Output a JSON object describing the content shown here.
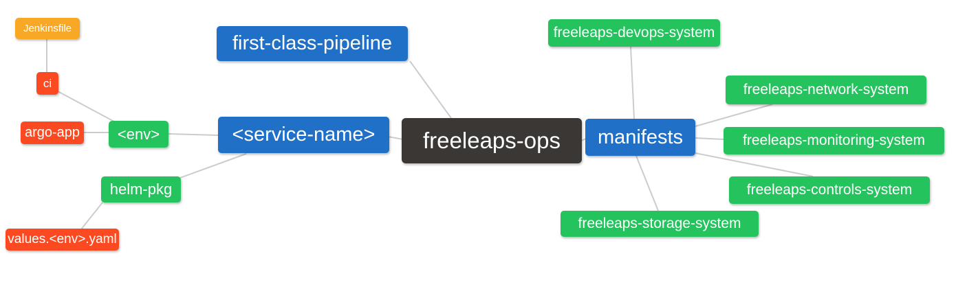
{
  "diagram": {
    "kind": "mind-map",
    "root_label": "freeleaps-ops"
  },
  "palette": {
    "root_node": "#3b3735",
    "branch_node": "#2170c7",
    "leaf_green": "#25c35e",
    "leaf_orange": "#f9a826",
    "leaf_red": "#fb4a21",
    "edge_line": "#cccccc",
    "node_text": "#ffffff",
    "background": "#ffffff"
  },
  "nodes": {
    "freeleaps_ops": {
      "label": "freeleaps-ops",
      "color": "#3b3735"
    },
    "first_class_pipeline": {
      "label": "first-class-pipeline",
      "color": "#2170c7"
    },
    "service_name": {
      "label": "<service-name>",
      "color": "#2170c7"
    },
    "manifests": {
      "label": "manifests",
      "color": "#2170c7"
    },
    "env": {
      "label": "<env>",
      "color": "#25c35e"
    },
    "helm_pkg": {
      "label": "helm-pkg",
      "color": "#25c35e"
    },
    "jenkinsfile": {
      "label": "Jenkinsfile",
      "color": "#f9a826"
    },
    "ci": {
      "label": "ci",
      "color": "#fb4a21"
    },
    "argo_app": {
      "label": "argo-app",
      "color": "#fb4a21"
    },
    "values_env_yaml": {
      "label": "values.<env>.yaml",
      "color": "#fb4a21"
    },
    "freeleaps_devops_system": {
      "label": "freeleaps-devops-system",
      "color": "#25c35e"
    },
    "freeleaps_network_system": {
      "label": "freeleaps-network-system",
      "color": "#25c35e"
    },
    "freeleaps_monitoring_system": {
      "label": "freeleaps-monitoring-system",
      "color": "#25c35e"
    },
    "freeleaps_controls_system": {
      "label": "freeleaps-controls-system",
      "color": "#25c35e"
    },
    "freeleaps_storage_system": {
      "label": "freeleaps-storage-system",
      "color": "#25c35e"
    }
  },
  "edges": [
    {
      "from": "jenkinsfile",
      "to": "ci"
    },
    {
      "from": "ci",
      "to": "env"
    },
    {
      "from": "argo_app",
      "to": "env"
    },
    {
      "from": "env",
      "to": "service_name"
    },
    {
      "from": "helm_pkg",
      "to": "service_name"
    },
    {
      "from": "values_env_yaml",
      "to": "helm_pkg"
    },
    {
      "from": "first_class_pipeline",
      "to": "freeleaps_ops"
    },
    {
      "from": "service_name",
      "to": "freeleaps_ops"
    },
    {
      "from": "freeleaps_ops",
      "to": "manifests"
    },
    {
      "from": "manifests",
      "to": "freeleaps_devops_system"
    },
    {
      "from": "manifests",
      "to": "freeleaps_network_system"
    },
    {
      "from": "manifests",
      "to": "freeleaps_monitoring_system"
    },
    {
      "from": "manifests",
      "to": "freeleaps_controls_system"
    },
    {
      "from": "manifests",
      "to": "freeleaps_storage_system"
    }
  ]
}
